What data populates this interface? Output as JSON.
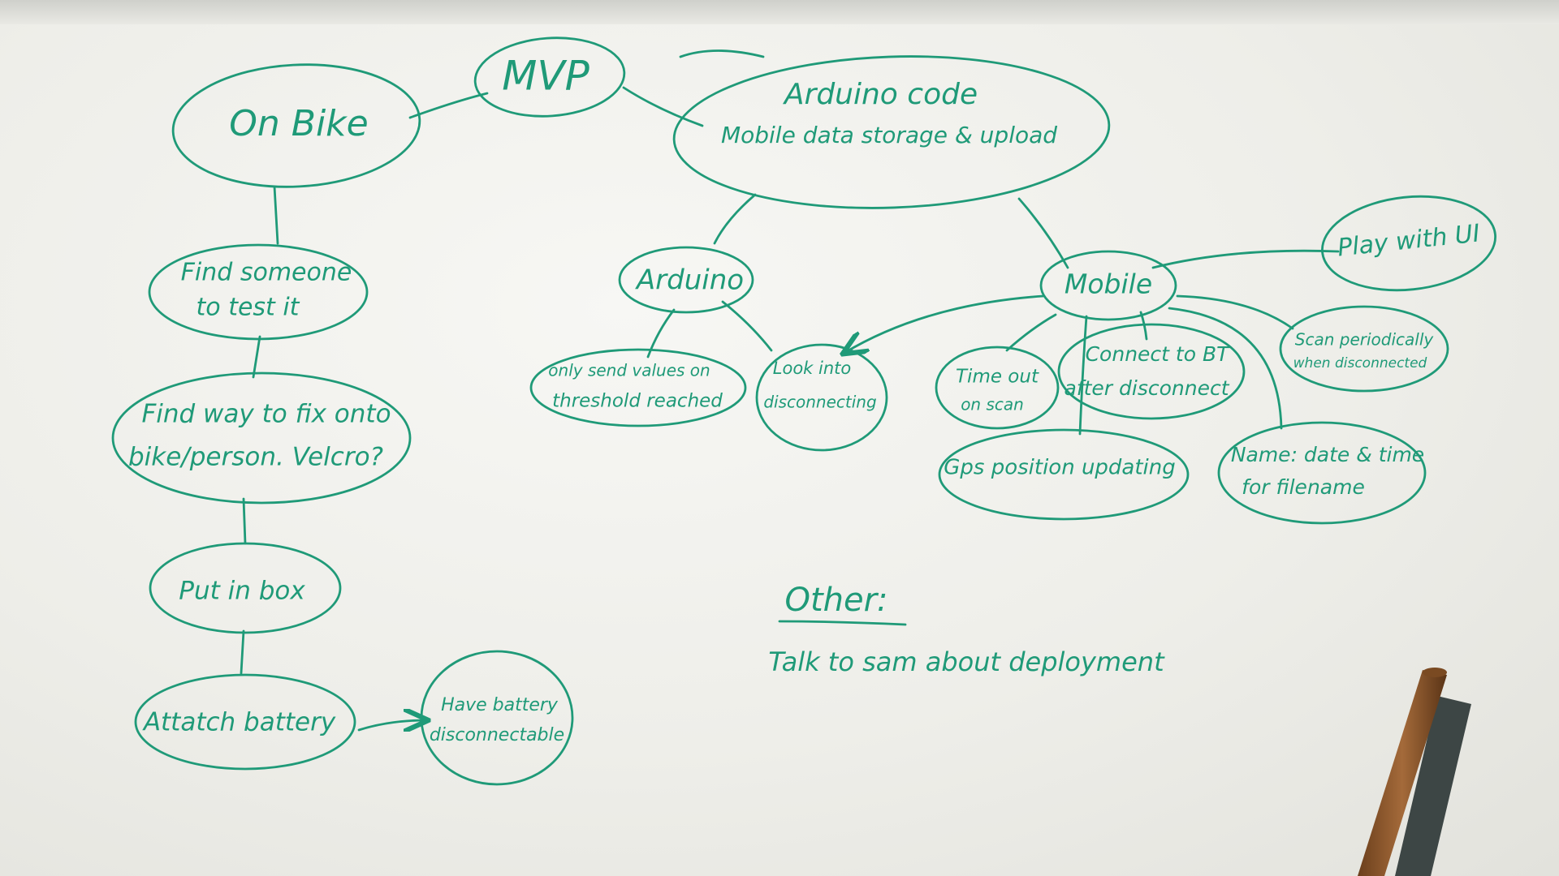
{
  "colors": {
    "ink": "#1f9a78",
    "board": "#f3f3ef"
  },
  "nodes": {
    "mvp": "MVP",
    "on_bike": "On Bike",
    "arduino_code_l1": "Arduino code",
    "arduino_code_l2": "Mobile data storage & upload",
    "find_tester_l1": "Find someone",
    "find_tester_l2": "to test it",
    "fix_onto_l1": "Find way to fix onto",
    "fix_onto_l2": "bike/person. Velcro?",
    "put_in_box": "Put in box",
    "attach_battery": "Attatch battery",
    "battery_disc_l1": "Have battery",
    "battery_disc_l2": "disconnectable",
    "arduino": "Arduino",
    "only_send_l1": "only send values on",
    "only_send_l2": "threshold reached",
    "look_into_l1": "Look into",
    "look_into_l2": "disconnecting",
    "mobile": "Mobile",
    "play_ui": "Play with UI",
    "time_out_l1": "Time out",
    "time_out_l2": "on scan",
    "connect_bt_l1": "Connect to BT",
    "connect_bt_l2": "after disconnect",
    "scan_periodic_l1": "Scan periodically",
    "scan_periodic_l2": "when disconnected",
    "gps_updating": "Gps position updating",
    "name_l1": "Name: date & time",
    "name_l2": "for filename"
  },
  "other": {
    "heading": "Other:",
    "item": "Talk to sam about deployment"
  }
}
